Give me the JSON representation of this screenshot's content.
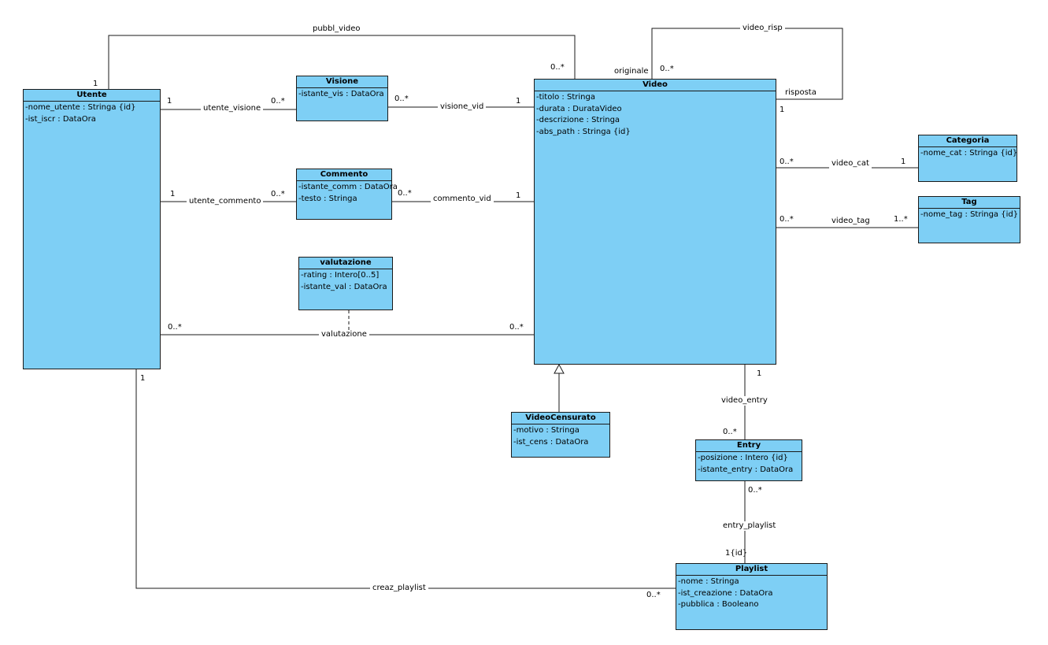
{
  "classes": {
    "utente": {
      "name": "Utente",
      "attrs": [
        "-nome_utente : Stringa {id}",
        "-ist_iscr : DataOra"
      ]
    },
    "visione": {
      "name": "Visione",
      "attrs": [
        "-istante_vis : DataOra"
      ]
    },
    "commento": {
      "name": "Commento",
      "attrs": [
        "-istante_comm : DataOra",
        "-testo : Stringa"
      ]
    },
    "valutazione": {
      "name": "valutazione",
      "attrs": [
        "-rating : Intero[0..5]",
        "-istante_val : DataOra"
      ]
    },
    "video": {
      "name": "Video",
      "attrs": [
        "-titolo : Stringa",
        "-durata : DurataVideo",
        "-descrizione : Stringa",
        "-abs_path : Stringa {id}"
      ]
    },
    "categoria": {
      "name": "Categoria",
      "attrs": [
        "-nome_cat : Stringa {id}"
      ]
    },
    "tag": {
      "name": "Tag",
      "attrs": [
        "-nome_tag : Stringa {id}"
      ]
    },
    "videocensurato": {
      "name": "VideoCensurato",
      "attrs": [
        "-motivo : Stringa",
        "-ist_cens : DataOra"
      ]
    },
    "entry": {
      "name": "Entry",
      "attrs": [
        "-posizione : Intero {id}",
        "-istante_entry : DataOra"
      ]
    },
    "playlist": {
      "name": "Playlist",
      "attrs": [
        "-nome : Stringa",
        "-ist_creazione : DataOra",
        "-pubblica : Booleano"
      ]
    }
  },
  "associations": {
    "pubbl_video": {
      "label": "pubbl_video",
      "m1": "1",
      "m2": "0..*"
    },
    "video_risp": {
      "label": "video_risp",
      "role1": "originale",
      "role2": "risposta",
      "m1": "0..*",
      "m2": "1"
    },
    "utente_visione": {
      "label": "utente_visione",
      "m1": "1",
      "m2": "0..*"
    },
    "visione_vid": {
      "label": "visione_vid",
      "m1": "0..*",
      "m2": "1"
    },
    "utente_commento": {
      "label": "utente_commento",
      "m1": "1",
      "m2": "0..*"
    },
    "commento_vid": {
      "label": "commento_vid",
      "m1": "0..*",
      "m2": "1"
    },
    "valutazione": {
      "label": "valutazione",
      "m1": "0..*",
      "m2": "0..*"
    },
    "video_cat": {
      "label": "video_cat",
      "m1": "0..*",
      "m2": "1"
    },
    "video_tag": {
      "label": "video_tag",
      "m1": "0..*",
      "m2": "1..*"
    },
    "video_entry": {
      "label": "video_entry",
      "m1": "1",
      "m2": "0..*"
    },
    "entry_playlist": {
      "label": "entry_playlist",
      "m1": "0..*",
      "m2": "1{id}"
    },
    "creaz_playlist": {
      "label": "creaz_playlist",
      "m1": "1",
      "m2": "0..*"
    }
  },
  "colors": {
    "class_fill": "#7ecff5",
    "line": "#1a1a1a"
  }
}
